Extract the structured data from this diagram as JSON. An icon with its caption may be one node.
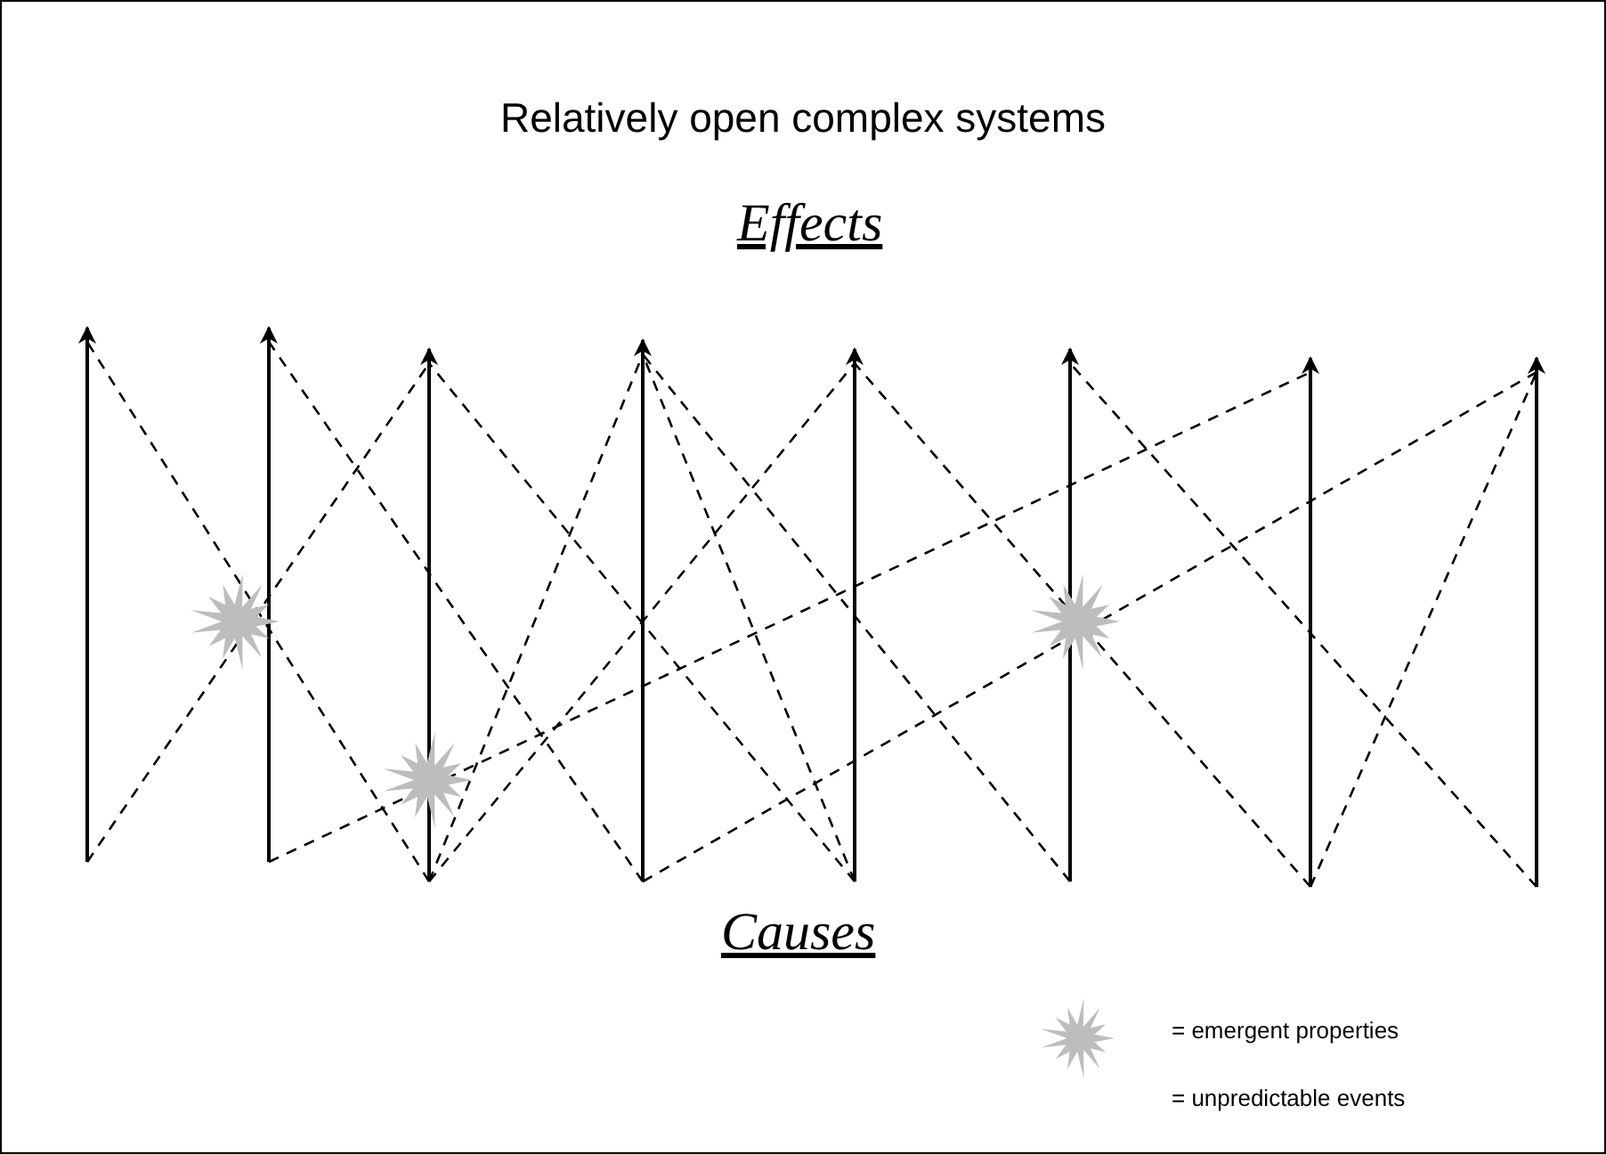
{
  "diagram": {
    "title": "Relatively open complex systems",
    "labels": [
      "Effects",
      "Causes"
    ],
    "legend": [
      {
        "text": "= emergent properties"
      },
      {
        "text": "= unpredictable events"
      }
    ]
  }
}
